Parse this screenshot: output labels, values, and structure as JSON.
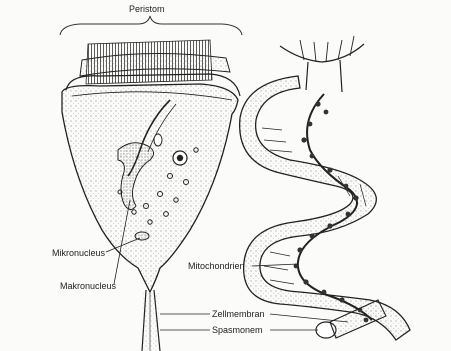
{
  "diagram": {
    "labels": {
      "peristom": "Peristom",
      "mikronucleus": "Mikronucleus",
      "makronucleus": "Makronucleus",
      "mitochondrien": "Mitochondrien",
      "zellmembran": "Zellmembran",
      "spasmonem": "Spasmonem"
    },
    "ink_color": "#2a2a2a",
    "paper_color": "#fbfbf9"
  }
}
